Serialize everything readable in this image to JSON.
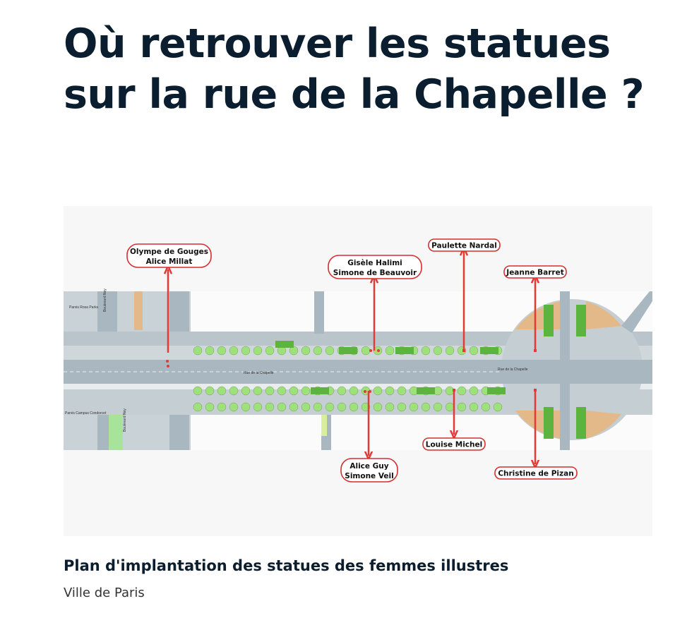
{
  "article": {
    "title": "Où retrouver les statues sur la rue de la Chapelle ?",
    "caption": "Plan d'implantation des statues des femmes illustres",
    "credit": "Ville de Paris"
  },
  "map": {
    "street_labels": [
      "Rue de la Chapelle",
      "Rue de la Chapelle",
      "Boulevard Ney",
      "Boulevard Ney",
      "Parvis Rosa Parks",
      "Parvis Campus Condorcet"
    ],
    "statue_labels": [
      {
        "lines": [
          "Olympe de Gouges",
          "Alice Millat"
        ]
      },
      {
        "lines": [
          "Gisèle Halimi",
          "Simone de Beauvoir"
        ]
      },
      {
        "lines": [
          "Paulette Nardal"
        ]
      },
      {
        "lines": [
          "Jeanne Barret"
        ]
      },
      {
        "lines": [
          "Louise Michel"
        ]
      },
      {
        "lines": [
          "Alice Guy",
          "Simone Veil"
        ]
      },
      {
        "lines": [
          "Christine de Pizan"
        ]
      }
    ],
    "colors": {
      "marker": "#e53935",
      "road": "#a9b8c0",
      "tree": "#9ee07a",
      "planting": "#5cb33e",
      "sand": "#e3b98a"
    }
  }
}
